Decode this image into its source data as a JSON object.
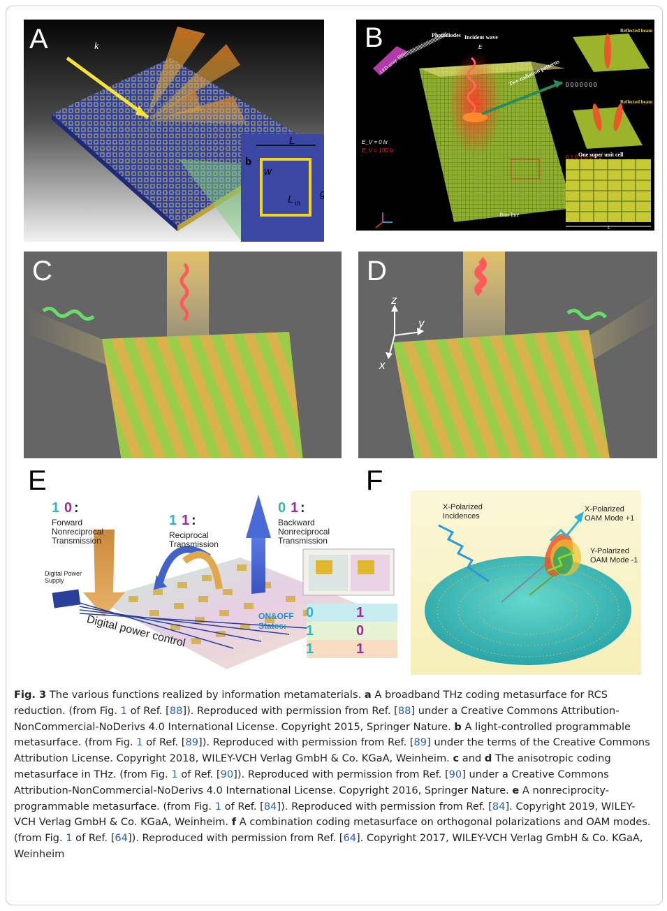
{
  "panels": {
    "A": {
      "label": "A",
      "wavevector": "k",
      "dims": {
        "L": "L",
        "b": "b",
        "w": "w",
        "Lin": "L",
        "Lin_sub": "in",
        "g": "g"
      }
    },
    "B": {
      "label": "B",
      "photodiodes": "Photodiodes",
      "led": "LED array",
      "incident": "Incident wave",
      "field": "E",
      "two_patterns": "Two radiation patterns",
      "reflected1": "Reflected beam",
      "reflected2": "Reflected beam",
      "code_top": "0 0 0 0 0 0 0",
      "code_bottom": "0 1 0 1 0 1 0 1",
      "ev0": "E_V = 0 lx",
      "ev100": "E_V = 100 lx",
      "super_cell": "One super unit cell",
      "bias": "Bias line",
      "L": "L"
    },
    "C": {
      "label": "C"
    },
    "D": {
      "label": "D",
      "axis_z": "z",
      "axis_y": "y",
      "axis_x": "x"
    },
    "E": {
      "label": "E",
      "c10_a": "1",
      "c10_b": "0",
      "c10_colon": ":",
      "c10_text1": "Forward",
      "c10_text2": "Nonreciprocal",
      "c10_text3": "Transmission",
      "c11_a": "1",
      "c11_b": "1",
      "c11_colon": ":",
      "c11_text1": "Reciprocal",
      "c11_text2": "Transmission",
      "c01_a": "0",
      "c01_b": "1",
      "c01_colon": ":",
      "c01_text1": "Backward",
      "c01_text2": "Nonreciprocal",
      "c01_text3": "Transmission",
      "power1": "Digital Power",
      "power2": "Supply",
      "control": "Digital power control",
      "states1": "ON&OFF",
      "states2": "States:",
      "table": [
        [
          "0",
          "1"
        ],
        [
          "1",
          "0"
        ],
        [
          "1",
          "1"
        ]
      ]
    },
    "F": {
      "label": "F",
      "inc1": "X-Polarized",
      "inc2": "Incidences",
      "x1": "X-Polarized",
      "x2": "OAM Mode +1",
      "y1": "Y-Polarized",
      "y2": "OAM Mode -1"
    }
  },
  "caption": {
    "fig": "Fig. 3",
    "p1": " The various functions realized by information metamaterials. ",
    "a": "a",
    "p2": " A broadband THz coding metasurface for RCS reduction. (from Fig. ",
    "r1": "1",
    "p3": " of Ref. [",
    "r88a": "88",
    "p4": "]). Reproduced with permission from Ref. [",
    "r88b": "88",
    "p5": "] under a Creative Commons Attribution-NonCommercial-NoDerivs 4.0 International License. Copyright 2015, Springer Nature. ",
    "b": "b",
    "p6": " A light-controlled programmable metasurface. (from Fig. ",
    "r2": "1",
    "p7": " of Ref. [",
    "r89a": "89",
    "p8": "]). Reproduced with permission from Ref. [",
    "r89b": "89",
    "p9": "] under the terms of the Creative Commons Attribution License. Copyright 2018, WILEY-VCH Verlag GmbH & Co. KGaA, Weinheim. ",
    "c": "c",
    "p10": " and ",
    "d": "d",
    "p11": " The anisotropic coding metasurface in THz. (from Fig. ",
    "r3": "1",
    "p12": " of Ref. [",
    "r90a": "90",
    "p13": "]). Reproduced with permission from Ref. [",
    "r90b": "90",
    "p14": "] under a Creative Commons Attribution-NonCommercial-NoDerivs 4.0 International License. Copyright 2016, Springer Nature. ",
    "e": "e",
    "p15": " A nonreciprocity-programmable metasurface. (from Fig. ",
    "r4": "1",
    "p16": " of Ref. [",
    "r84a": "84",
    "p17": "]). Reproduced with permission from Ref. [",
    "r84b": "84",
    "p18": "]. Copyright 2019, WILEY-VCH Verlag GmbH & Co. KGaA, Weinheim. ",
    "f": "f",
    "p19": " A combination coding metasurface on orthogonal polarizations and OAM modes. (from Fig. ",
    "r5": "1",
    "p20": " of Ref. [",
    "r64a": "64",
    "p21": "]). Reproduced with permission from Ref. [",
    "r64b": "64",
    "p22": "]. Copyright 2017, WILEY-VCH Verlag GmbH & Co. KGaA, Weinheim"
  }
}
